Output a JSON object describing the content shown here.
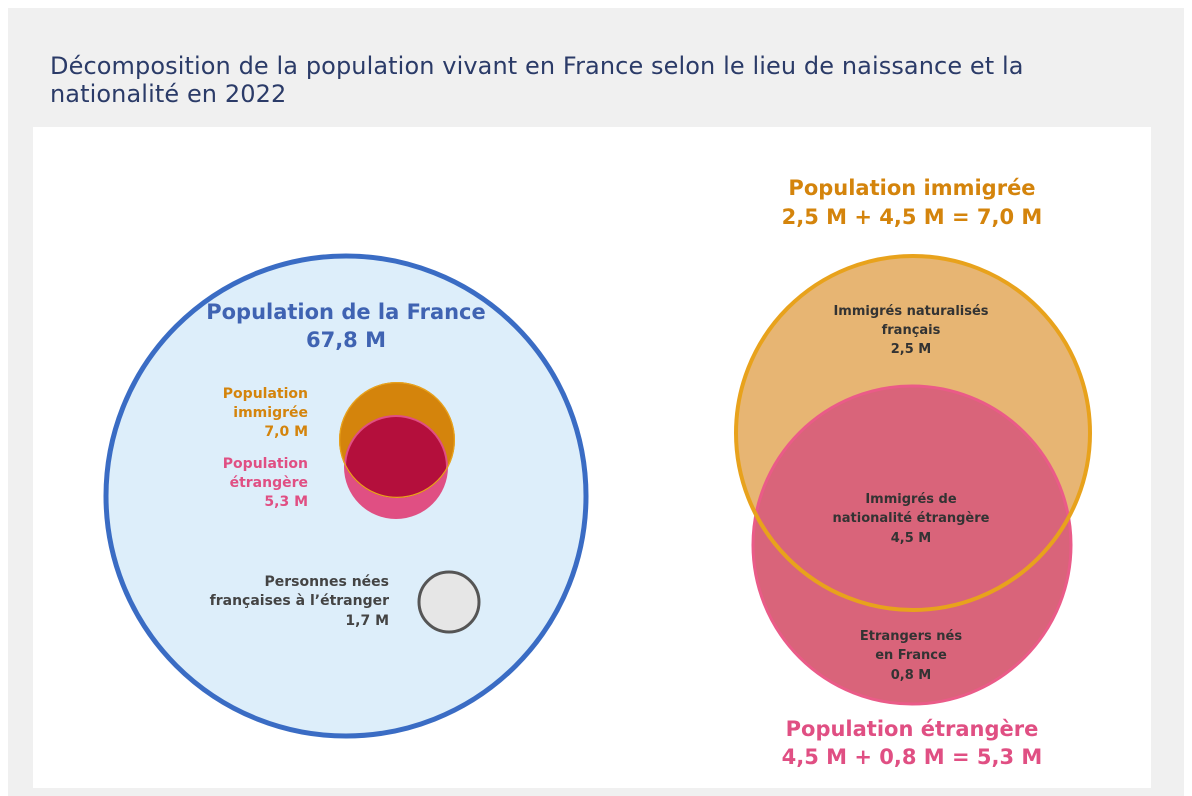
{
  "title": "Décomposition de la population vivant en France selon le lieu de naissance et la nationalité en 2022",
  "left": {
    "france": {
      "label": "Population de la France",
      "value": "67,8 M"
    },
    "immigree": {
      "line1": "Population",
      "line2": "immigrée",
      "value": "7,0 M"
    },
    "etrangere": {
      "line1": "Population",
      "line2": "étrangère",
      "value": "5,3 M"
    },
    "nees_etranger": {
      "line1": "Personnes nées",
      "line2": "françaises à l’étranger",
      "value": "1,7 M"
    }
  },
  "right": {
    "immigree_header": {
      "label": "Population immigrée",
      "equation": "2,5 M + 4,5 M = 7,0 M"
    },
    "naturalises": {
      "line1": "Immigrés naturalisés",
      "line2": "français",
      "value": "2,5 M"
    },
    "nationalite_etrangere": {
      "line1": "Immigrés de",
      "line2": "nationalité étrangère",
      "value": "4,5 M"
    },
    "etrangers_nes": {
      "line1": "Etrangers nés",
      "line2": "en France",
      "value": "0,8 M"
    },
    "etrangere_footer": {
      "label": "Population étrangère",
      "equation": "4,5 M + 0,8 M = 5,3 M"
    }
  },
  "colors": {
    "france_fill": "#ddeefa",
    "france_stroke": "#3a6cc4",
    "france_text": "#3f63b2",
    "immigree": "#d4840c",
    "immigree_stroke": "#e8a21c",
    "etrangere": "#e04f83",
    "etrangere_dark": "#b40f3c",
    "gray_fill": "#e6e6e6",
    "gray_stroke": "#555555",
    "dark_text": "#444444"
  }
}
